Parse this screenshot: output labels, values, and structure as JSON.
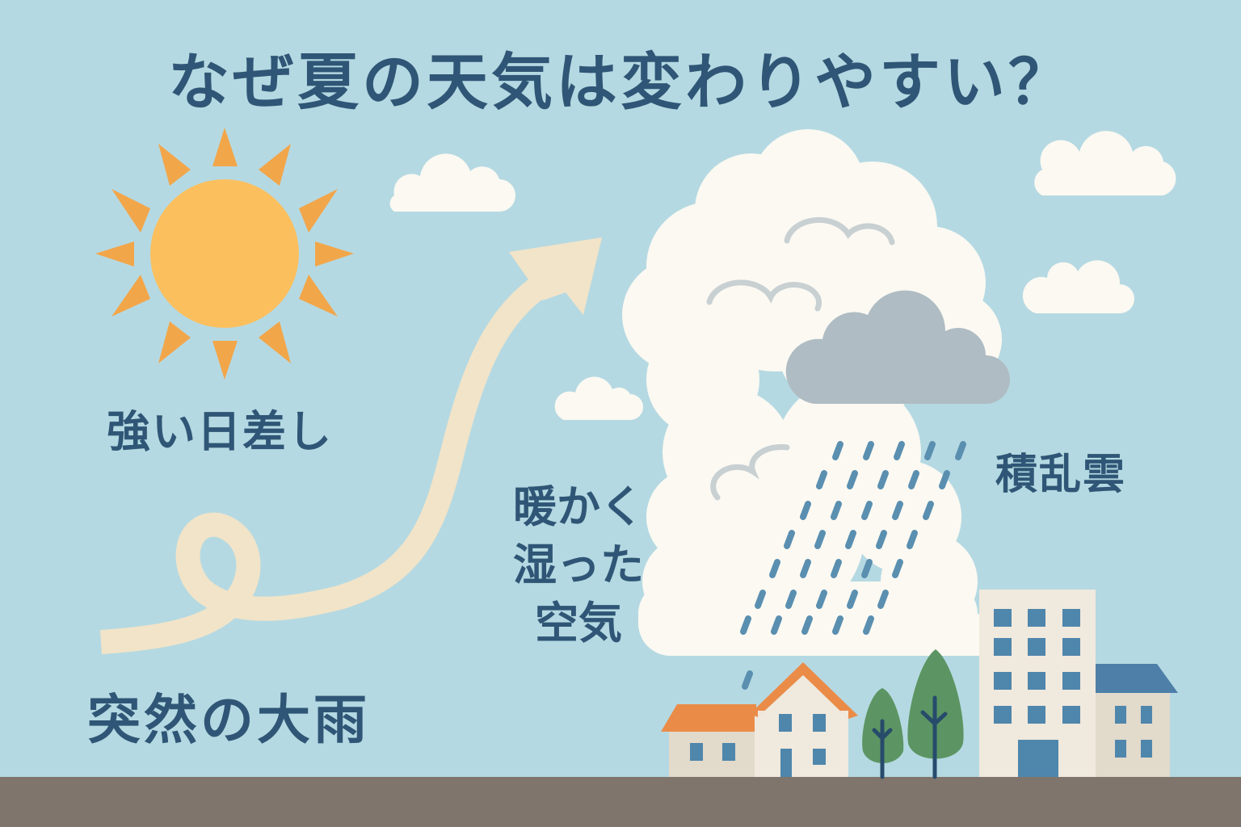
{
  "title": "なぜ夏の天気は変わりやすい？",
  "labels": {
    "strong_sun": "強い日差し",
    "warm_humid_air": [
      "暖かく",
      "湿った",
      "空気"
    ],
    "cumulonimbus": "積乱雲",
    "sudden_heavy_rain": "突然の大雨"
  },
  "icons": {
    "sun": "sun-icon",
    "updraft_arrow": "updraft-arrow-icon",
    "cumulonimbus_cloud": "cumulonimbus-cloud-icon",
    "rain_cloud": "rain-cloud-icon",
    "rain": "rain-drops-icon",
    "small_clouds": "small-cloud-icon",
    "houses": "house-icon",
    "trees": "tree-icon",
    "building": "building-icon"
  },
  "colors": {
    "sky": "#b5d9e2",
    "text": "#2f5676",
    "sun_core": "#fbbf5e",
    "sun_rays": "#f2a64a",
    "arrow": "#f2e4c8",
    "cloud": "#fbf9f2",
    "cloud_line": "#c8d0d2",
    "rain_cloud": "#afbcc3",
    "rain": "#5a8fb0",
    "roof_orange": "#ea8c48",
    "roof_blue": "#4e7fa9",
    "wall": "#f0e9dd",
    "wall_shade": "#e2dacb",
    "window": "#4f86ac",
    "tree": "#5c9563",
    "trunk": "#274b6b",
    "ground": "#7f756c"
  }
}
